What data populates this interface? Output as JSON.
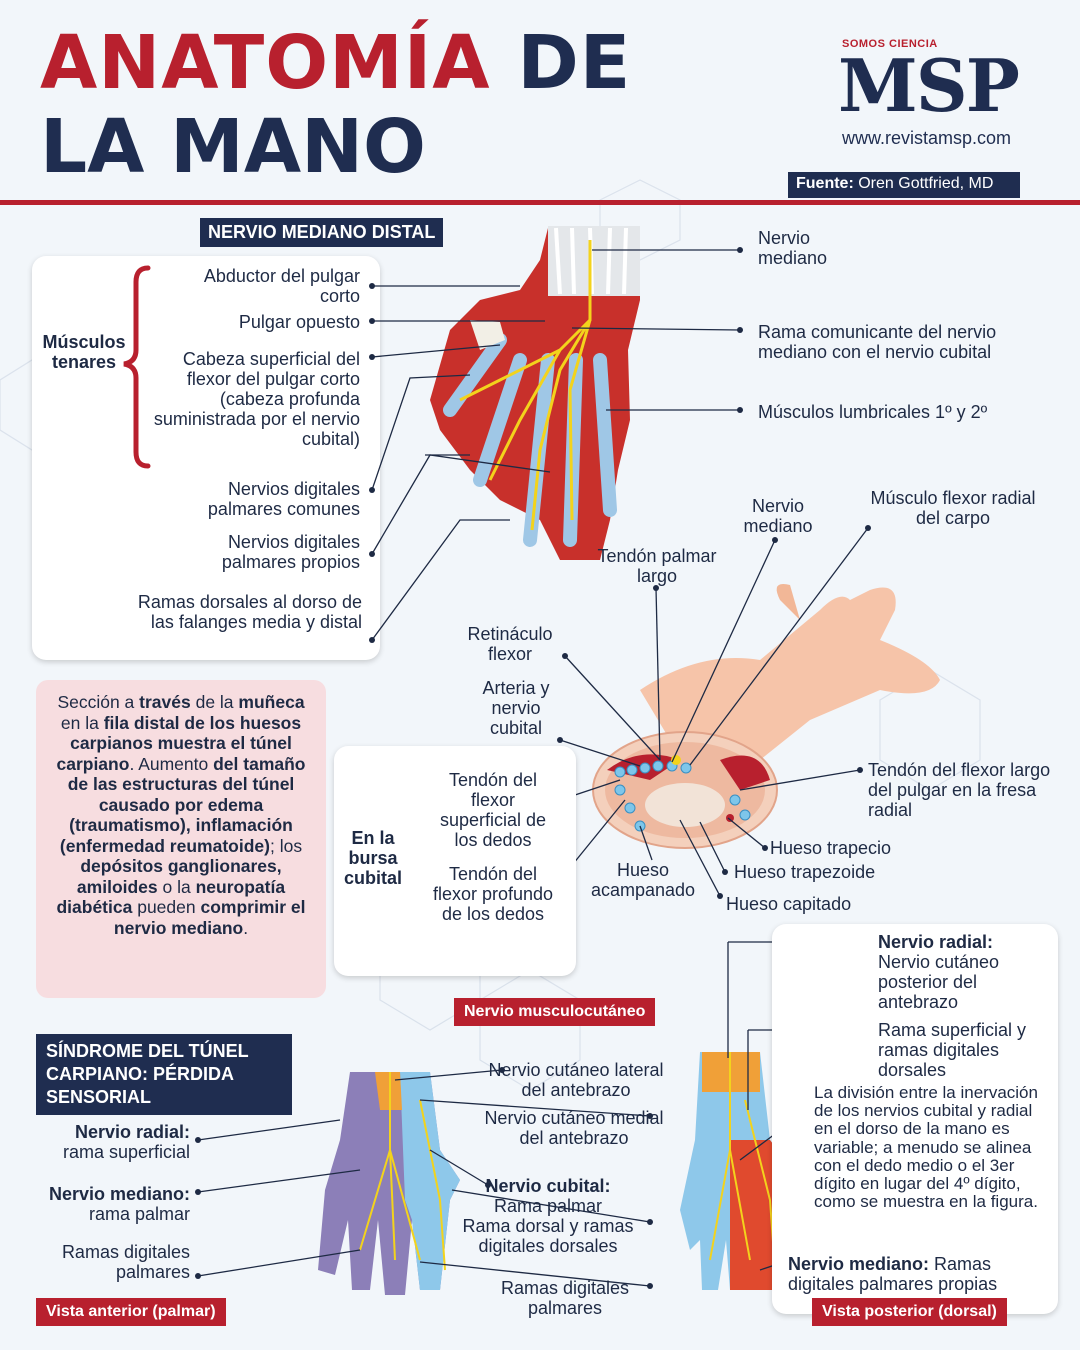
{
  "header": {
    "title_red": "ANATOMÍA",
    "title_navy_suffix": "DE",
    "title_line2": "LA MANO",
    "logo_tagline": "SOMOS CIENCIA",
    "logo_text": "MSP",
    "logo_url": "www.revistamsp.com",
    "source_label": "Fuente:",
    "source_value": "Oren Gottfried, MD"
  },
  "colors": {
    "red": "#b8202e",
    "navy": "#1f2d50",
    "pink": "#f7dde0",
    "nerve": "#f3d31c"
  },
  "section1": {
    "badge": "NERVIO MEDIANO DISTAL",
    "group_label": "Músculos tenares",
    "left_labels": [
      "Abductor del pulgar corto",
      "Pulgar opuesto",
      "Cabeza superficial del flexor del pulgar corto (cabeza profunda suministrada por el nervio cubital)",
      "Nervios digitales palmares comunes",
      "Nervios digitales palmares propios",
      "Ramas dorsales al dorso de las falanges media y distal"
    ],
    "right_labels": [
      "Nervio mediano",
      "Rama comunicante del nervio mediano con el nervio cubital",
      "Músculos lumbricales 1º y 2º"
    ]
  },
  "pink_text": {
    "p1": "Sección a ",
    "p2": "través",
    "p3": " de la ",
    "p4": "muñeca",
    "p5": " en la ",
    "p6": "fila distal de los huesos carpianos muestra el túnel carpiano",
    "p7": ". Aumento ",
    "p8": "del tamaño de las estructuras del túnel causado por edema (traumatismo), inflamación (enfermedad reumatoide)",
    "p9": "; los ",
    "p10": "depósitos ganglionares, amiloides",
    "p11": " o la ",
    "p12": "neuropatía diabética",
    "p13": " pueden ",
    "p14": "comprimir el nervio mediano",
    "p15": "."
  },
  "section2": {
    "group_label": "En la bursa cubital",
    "box_labels": [
      "Tendón del flexor superficial de los dedos",
      "Tendón del flexor profundo de los dedos"
    ],
    "labels": {
      "nervio_mediano": "Nervio mediano",
      "musculo_flexor": "Músculo flexor radial del carpo",
      "tendon_palmar": "Tendón palmar largo",
      "retinaculo": "Retináculo flexor",
      "arteria": "Arteria y nervio cubital",
      "tendon_pulgar": "Tendón del flexor largo del pulgar en la fresa radial",
      "trapecio": "Hueso trapecio",
      "trapezoide": "Hueso trapezoide",
      "capitado": "Hueso capitado",
      "acampanado": "Hueso acampanado"
    }
  },
  "section3": {
    "badge": "SÍNDROME DEL TÚNEL CARPIANO: PÉRDIDA SENSORIAL",
    "musculocutaneo": "Nervio musculocutáneo",
    "radial_title": "Nervio radial:",
    "radial_sub": "rama superficial",
    "mediano_title": "Nervio mediano:",
    "mediano_sub": "rama palmar",
    "ramas_left": "Ramas digitales palmares",
    "cut_lateral": "Nervio cutáneo lateral del antebrazo",
    "cut_medial": "Nervio cutáneo medial del antebrazo",
    "cubital_title": "Nervio cubital:",
    "cubital_sub1": "Rama palmar",
    "cubital_sub2": "Rama dorsal y ramas digitales dorsales",
    "ramas_center": "Ramas digitales palmares",
    "vista_anterior": "Vista anterior (palmar)",
    "vista_posterior": "Vista posterior (dorsal)",
    "posterior_radial_title": "Nervio radial:",
    "posterior_radial_sub": "Nervio cutáneo posterior del antebrazo",
    "rama_superficial": "Rama superficial y ramas digitales dorsales",
    "division_note": "La división entre la inervación de los nervios cubital y radial en el dorso de la mano es variable; a menudo se alinea con el dedo medio o el 3er dígito en lugar del 4º dígito, como se muestra en la figura.",
    "posterior_mediano_title": "Nervio mediano:",
    "posterior_mediano_sub": "Ramas digitales palmares propias"
  }
}
